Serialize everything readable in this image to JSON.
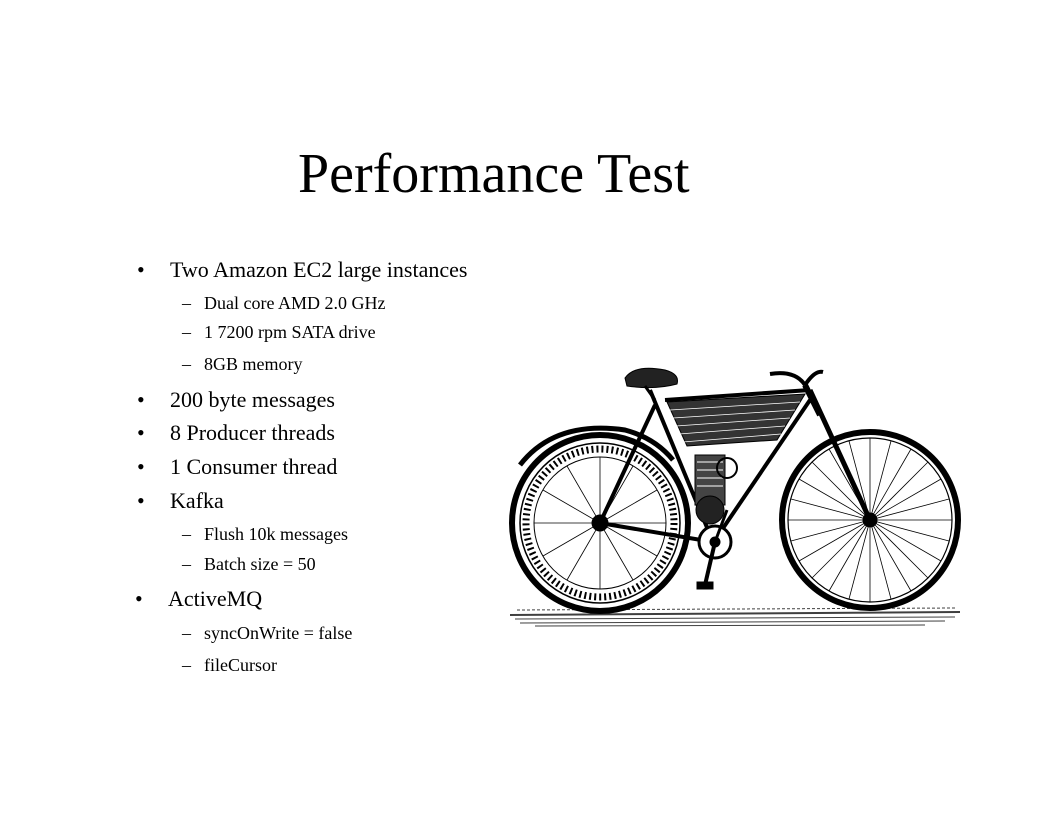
{
  "slide": {
    "title": "Performance Test",
    "bullet_glyph": "•",
    "dash_glyph": "–",
    "items": [
      {
        "text": "Two Amazon EC2 large instances"
      },
      {
        "text": "Dual core AMD 2.0 GHz"
      },
      {
        "text": "1 7200 rpm SATA drive"
      },
      {
        "text": "8GB memory"
      },
      {
        "text": "200 byte messages"
      },
      {
        "text": "8 Producer threads"
      },
      {
        "text": "1 Consumer thread"
      },
      {
        "text": "Kafka"
      },
      {
        "text": "Flush 10k messages"
      },
      {
        "text": "Batch size = 50"
      },
      {
        "text": "ActiveMQ"
      },
      {
        "text": "syncOnWrite = false"
      },
      {
        "text": "fileCursor"
      }
    ]
  }
}
